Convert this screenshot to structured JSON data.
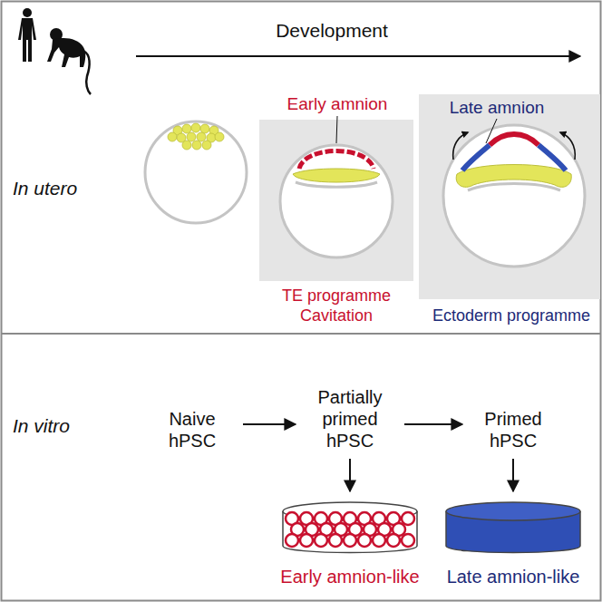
{
  "diagram": {
    "nodes": [
      {
        "text": [
          "Naive hPSC"
        ]
      },
      {
        "text": [
          "Partially primed hPSC"
        ]
      },
      {
        "text": [
          "Primed hPSC"
        ]
      },
      {
        "text": [
          "Early amnion-like"
        ]
      },
      {
        "text": [
          "Late amnion-like"
        ]
      }
    ],
    "edges": [
      {
        "from": 0,
        "to": 1,
        "arrow": "to"
      },
      {
        "from": 1,
        "to": 2,
        "arrow": "to"
      },
      {
        "from": 1,
        "to": 3,
        "arrow": "to"
      },
      {
        "from": 2,
        "to": 4,
        "arrow": "to"
      }
    ],
    "labels": [
      "Development",
      "In utero",
      "Early amnion",
      "TE programme",
      "Cavitation",
      "Late amnion",
      "Ectoderm programme",
      "In vitro"
    ]
  }
}
